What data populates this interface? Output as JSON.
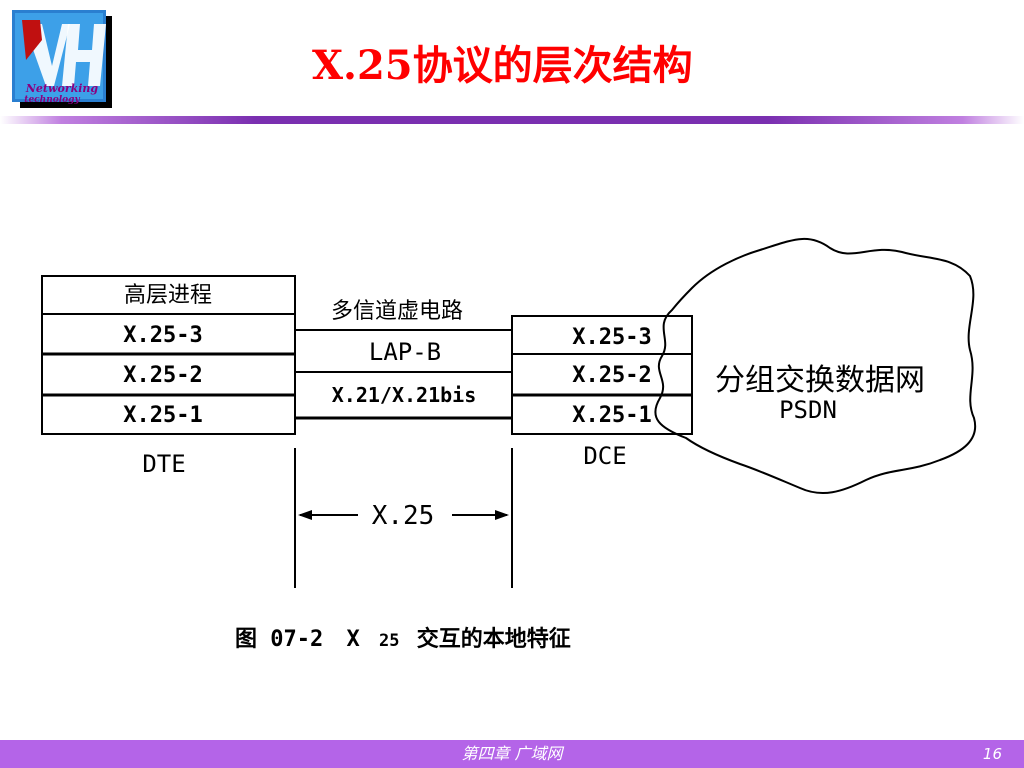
{
  "slide": {
    "title": "X.25协议的层次结构",
    "title_color": "#ff0000",
    "accent_color": "#7a2fb0",
    "footer_color": "#b464e8"
  },
  "logo": {
    "letters": "VH",
    "line1": "Networking",
    "line2": "technology"
  },
  "diagram": {
    "dte": {
      "layers": [
        "高层进程",
        "X.25-3",
        "X.25-2",
        "X.25-1"
      ],
      "label": "DTE"
    },
    "link": {
      "virtual_circuit": "多信道虚电路",
      "lapb": "LAP-B",
      "physical": "X.21/X.21bis"
    },
    "dce": {
      "layers": [
        "X.25-3",
        "X.25-2",
        "X.25-1"
      ],
      "label": "DCE"
    },
    "network": {
      "name": "分组交换数据网",
      "abbr": "PSDN"
    },
    "interface_label": "X.25",
    "caption_prefix": "图 07-2",
    "caption_x": "X",
    "caption_num": "25",
    "caption_rest": "交互的本地特征"
  },
  "footer": {
    "chapter": "第四章  广域网",
    "page": "16"
  }
}
